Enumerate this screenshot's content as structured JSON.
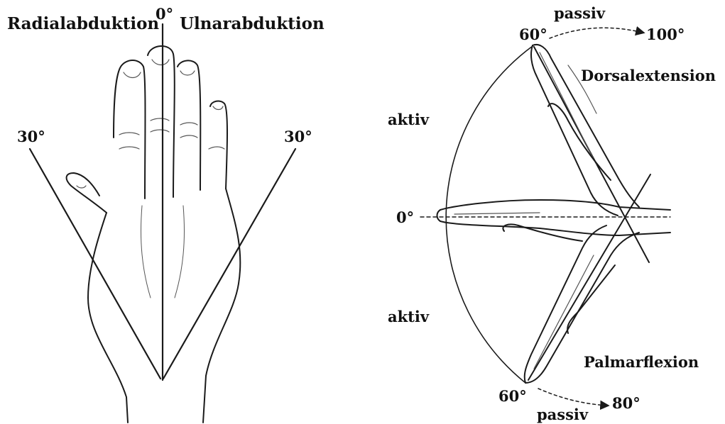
{
  "left_panel": {
    "label_radial": "Radialabduktion",
    "label_zero": "0°",
    "label_ulnar": "Ulnarabduktion",
    "label_left_angle": "30°",
    "label_right_angle": "30°"
  },
  "right_panel": {
    "label_passiv_top": "passiv",
    "label_60_top": "60°",
    "label_100": "100°",
    "label_dorsalextension": "Dorsalextension",
    "label_aktiv_top": "aktiv",
    "label_zero": "0°",
    "label_aktiv_bottom": "aktiv",
    "label_palmarflexion": "Palmarflexion",
    "label_60_bottom": "60°",
    "label_80": "80°",
    "label_passiv_bottom": "passiv"
  },
  "colors": {
    "ink": "#1a1a1a",
    "background": "#ffffff"
  }
}
